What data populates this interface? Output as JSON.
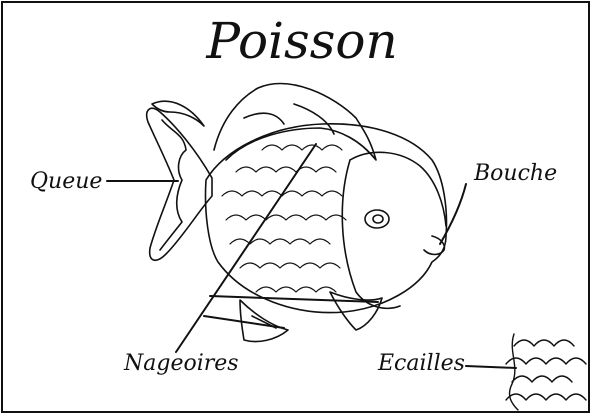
{
  "title": "Poisson",
  "labels": {
    "tail": "Queue",
    "mouth": "Bouche",
    "fins": "Nageoires",
    "scales": "Ecailles"
  },
  "colors": {
    "ink": "#111111",
    "background": "#ffffff"
  }
}
